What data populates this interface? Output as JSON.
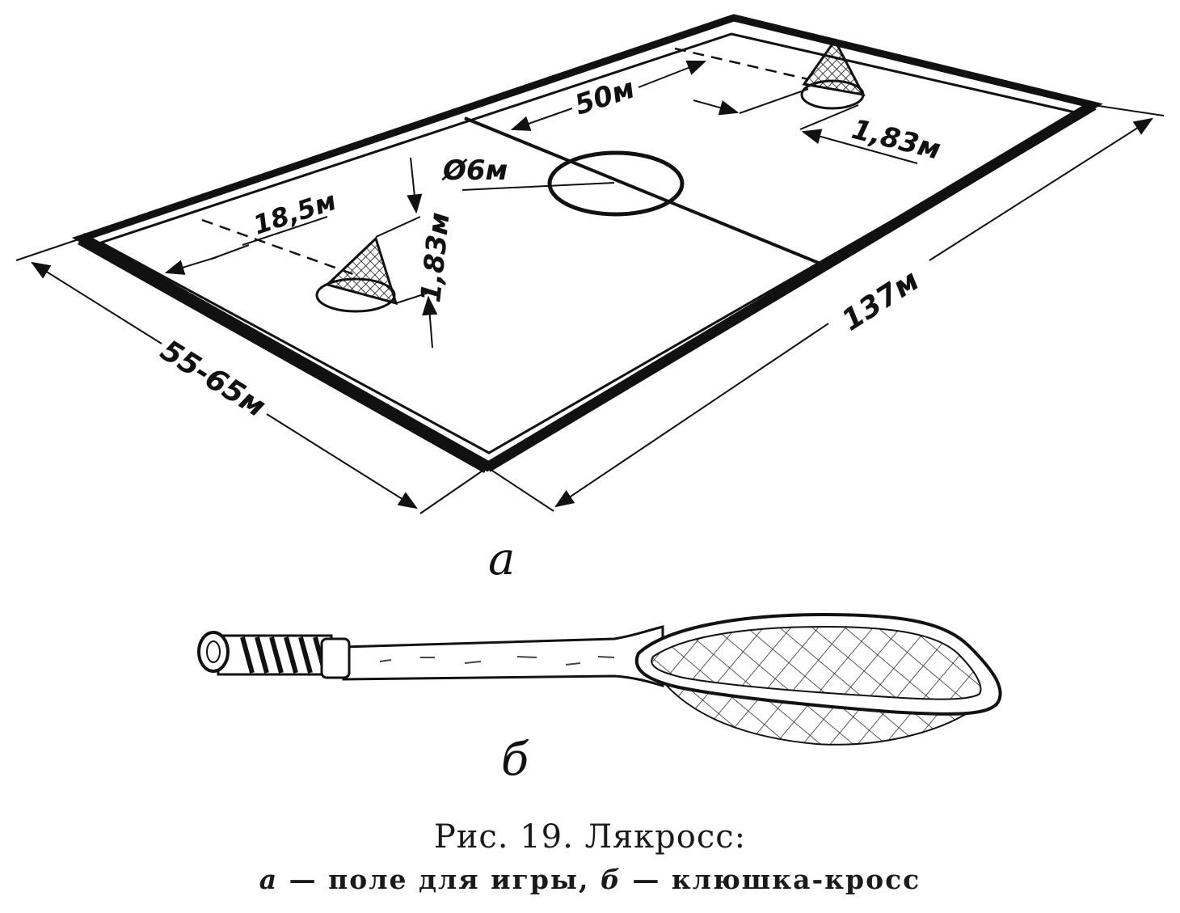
{
  "figure": {
    "field": {
      "length_label": "137м",
      "width_label": "55-65м",
      "center_circle_label": "Ø6м",
      "distance_label": "50м",
      "goal_area_label": "18,5м",
      "goal_width_left_label": "1,83м",
      "goal_width_right_label": "1,83м",
      "panel_label": "а"
    },
    "stick": {
      "panel_label": "б"
    }
  },
  "caption": {
    "title": "Рис. 19. Лякросс:",
    "part_a_letter": "а",
    "part_a_text": "— поле для игры,",
    "part_b_letter": "б",
    "part_b_text": "— клюшка-кросс"
  }
}
